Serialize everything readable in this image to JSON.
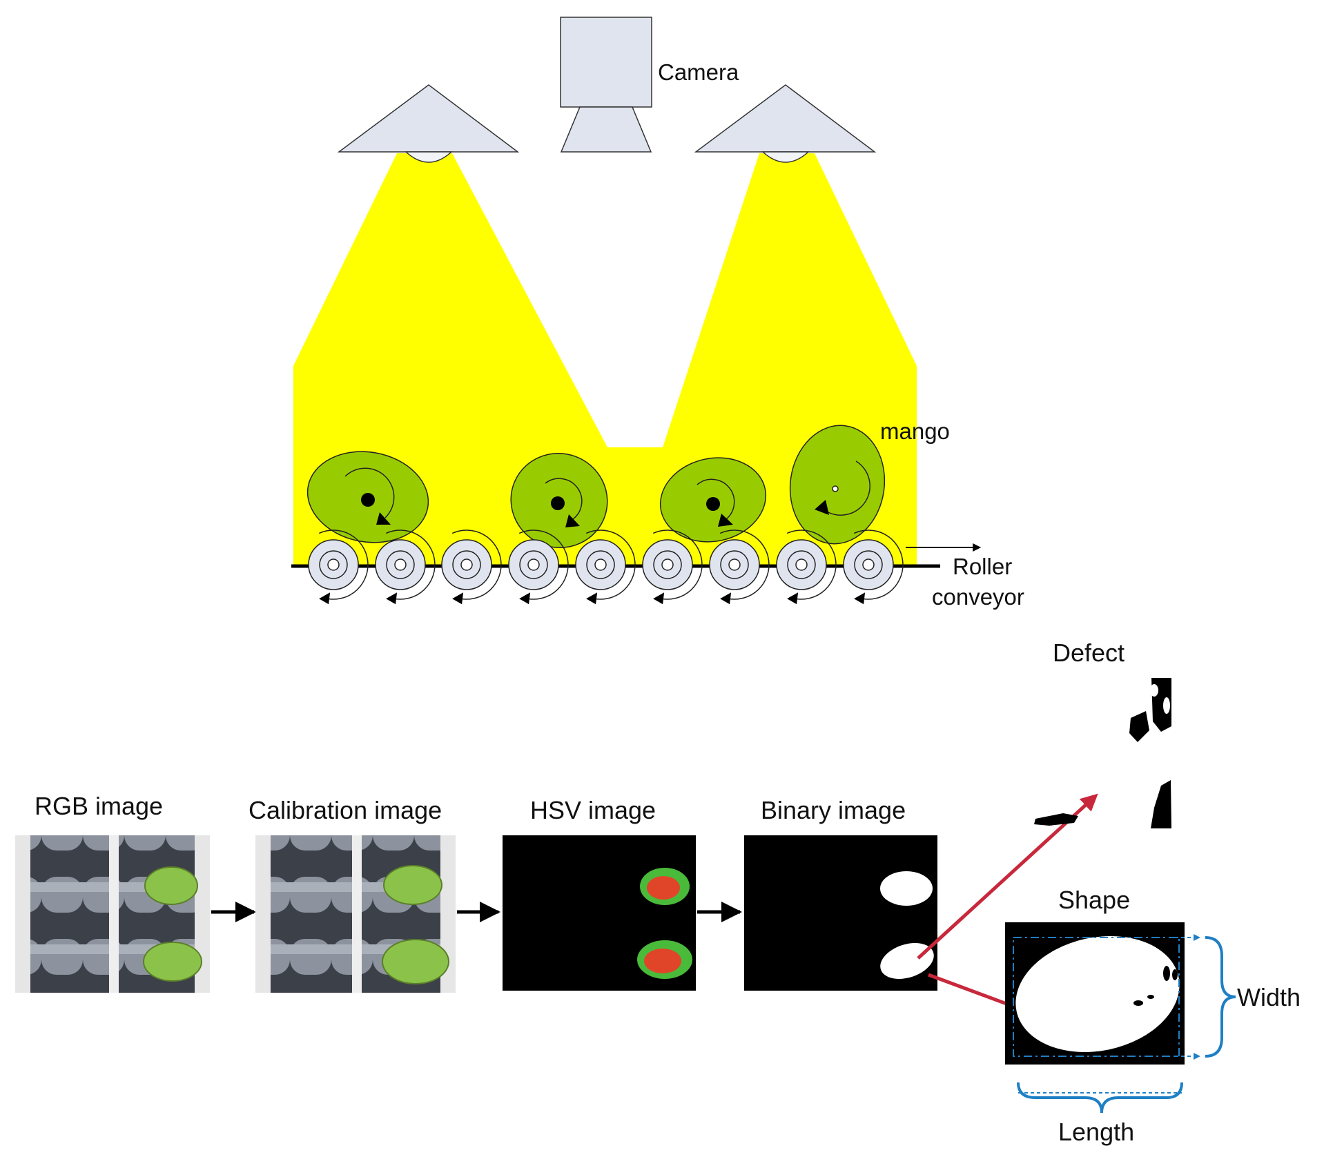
{
  "setup": {
    "camera_label": "Camera",
    "mango_label": "mango",
    "conveyor_label_line1": "Roller",
    "conveyor_label_line2": "conveyor"
  },
  "pipeline": {
    "rgb_label": "RGB image",
    "calibration_label": "Calibration image",
    "hsv_label": "HSV image",
    "binary_label": "Binary image",
    "defect_label": "Defect",
    "shape_label": "Shape",
    "width_label": "Width",
    "length_label": "Length"
  },
  "colors": {
    "light_beam": "#ffff00",
    "mango": "#99cc00",
    "lamp": "#dfe4ee",
    "arrow_red": "#c8283c",
    "dimension_blue": "#1f7fc4"
  }
}
